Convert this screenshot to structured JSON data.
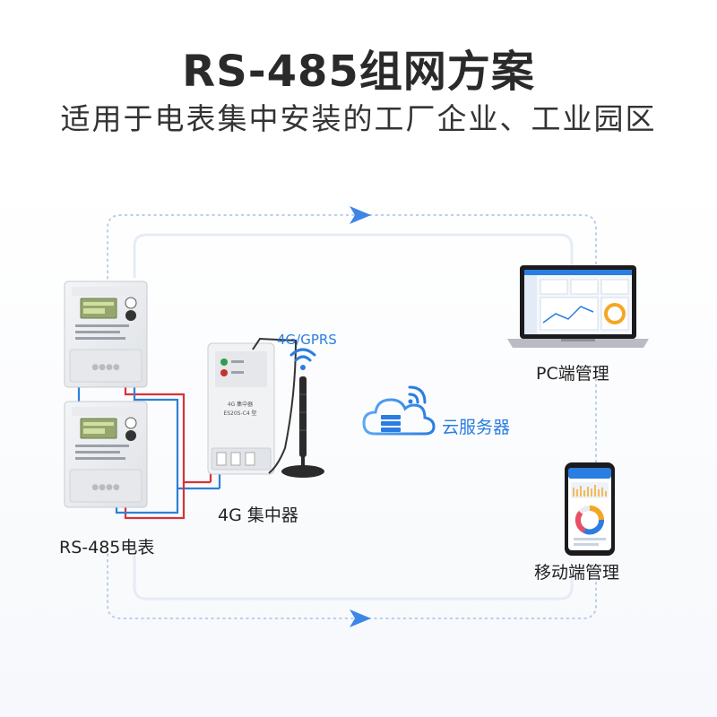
{
  "header": {
    "title": "RS-485组网方案",
    "subtitle": "适用于电表集中安装的工厂企业、工业园区"
  },
  "nodes": {
    "meter_label": "RS-485电表",
    "concentrator_label": "4G 集中器",
    "concentrator_face": {
      "line1": "4G 集中器",
      "line2": "ES20S-C4 型"
    },
    "network_label": "4G/GPRS",
    "cloud_label": "云服务器",
    "pc_label": "PC端管理",
    "mobile_label": "移动端管理"
  },
  "colors": {
    "accent": "#2a7de1",
    "rs485_a": "#d6333a",
    "rs485_b": "#2f7fd8",
    "flow_line": "#b9cdea"
  }
}
